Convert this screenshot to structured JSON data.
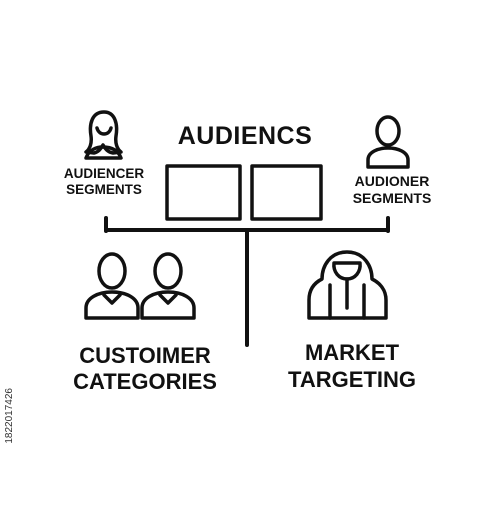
{
  "title": "AUDIENCS",
  "left_persona_label": [
    "AUDIENCER",
    "SEGMENTS"
  ],
  "right_persona_label": [
    "AUDIONER",
    "SEGMENTS"
  ],
  "bottom_left_label": [
    "CUSTOIMER",
    "CATEGORIES"
  ],
  "bottom_right_label": [
    "MARKET",
    "TARGETING"
  ],
  "watermark_id": "1822017426",
  "colors": {
    "stroke": "#111111",
    "background": "#ffffff"
  },
  "icons": {
    "left_persona": "woman-user-icon",
    "right_persona": "man-user-icon",
    "bottom_left": "two-users-group-icon",
    "bottom_right": "hooded-figure-icon",
    "center": "two-monitors-icon"
  }
}
